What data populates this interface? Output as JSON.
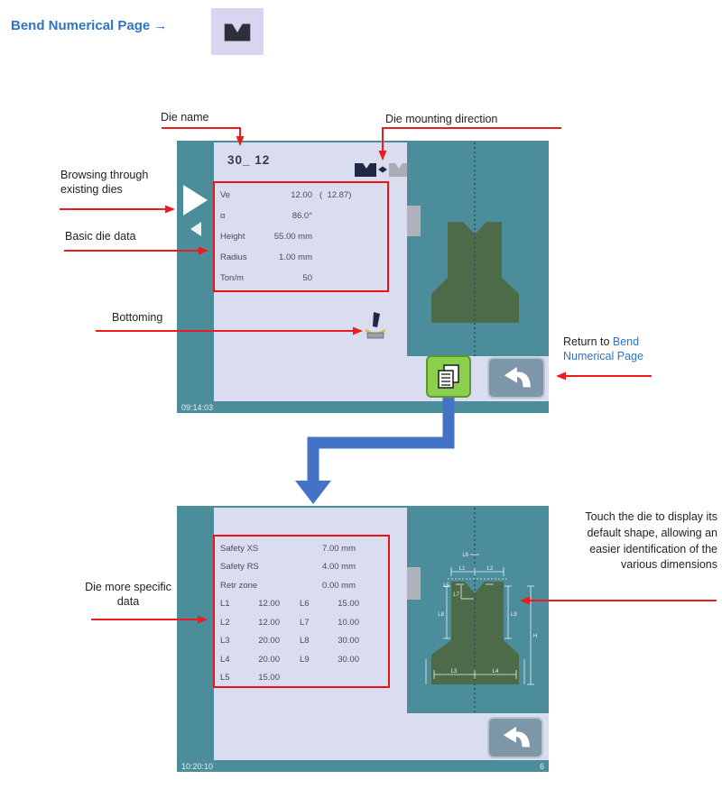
{
  "page": {
    "title_link": "Bend Numerical Page",
    "title_arrow": "→"
  },
  "annotations": {
    "die_name": "Die name",
    "die_mounting_direction": "Die mounting direction",
    "browsing": "Browsing through existing dies",
    "basic_die_data": "Basic die data",
    "bottoming": "Bottoming",
    "return_prefix": "Return to ",
    "return_link": "Bend Numerical Page",
    "die_more_specific": "Die more specific data",
    "touch_die": "Touch the die to display its default shape, allowing an easier identification of the various dimensions"
  },
  "screen1": {
    "die_name": "30_ 12",
    "data_rows": [
      {
        "label": "Ve",
        "value": "12.00",
        "extra": "(  12.87)"
      },
      {
        "label": "α",
        "value": "86.0°",
        "extra": ""
      },
      {
        "label": "Height",
        "value": "55.00 mm",
        "extra": ""
      },
      {
        "label": "Radius",
        "value": "1.00 mm",
        "extra": ""
      },
      {
        "label": "Ton/m",
        "value": "50",
        "extra": ""
      }
    ],
    "timestamp": "09:14:03"
  },
  "screen2": {
    "safety_rows": [
      {
        "label": "Safety XS",
        "value": "7.00 mm"
      },
      {
        "label": "Safety RS",
        "value": "4.00 mm"
      },
      {
        "label": "Retr zone",
        "value": "0.00 mm"
      }
    ],
    "l_rows": [
      {
        "l": "L1",
        "lv": "12.00",
        "r": "L6",
        "rv": "15.00"
      },
      {
        "l": "L2",
        "lv": "12.00",
        "r": "L7",
        "rv": "10.00"
      },
      {
        "l": "L3",
        "lv": "20.00",
        "r": "L8",
        "rv": "30.00"
      },
      {
        "l": "L4",
        "lv": "20.00",
        "r": "L9",
        "rv": "30.00"
      },
      {
        "l": "L5",
        "lv": "15.00",
        "r": "",
        "rv": ""
      }
    ],
    "dim_labels": {
      "top_center": "L6",
      "top_left": "L1",
      "top_right": "L2",
      "notch_left": "L5",
      "notch_inner": "L7",
      "side_left": "L8",
      "side_right": "L9",
      "side_outer": "H",
      "bottom_left": "L3",
      "bottom_right": "L4"
    },
    "timestamp": "10:20:10",
    "page_number": "6"
  },
  "colors": {
    "teal": "#4b8d9b",
    "lavender": "#dadcf0",
    "die_green": "#4d6b48",
    "annotation_red": "#ed1c1c",
    "link_blue": "#2e74c4",
    "flow_arrow_blue": "#4472c4",
    "green_button": "#8bd04c",
    "return_button": "#7e97a8"
  }
}
